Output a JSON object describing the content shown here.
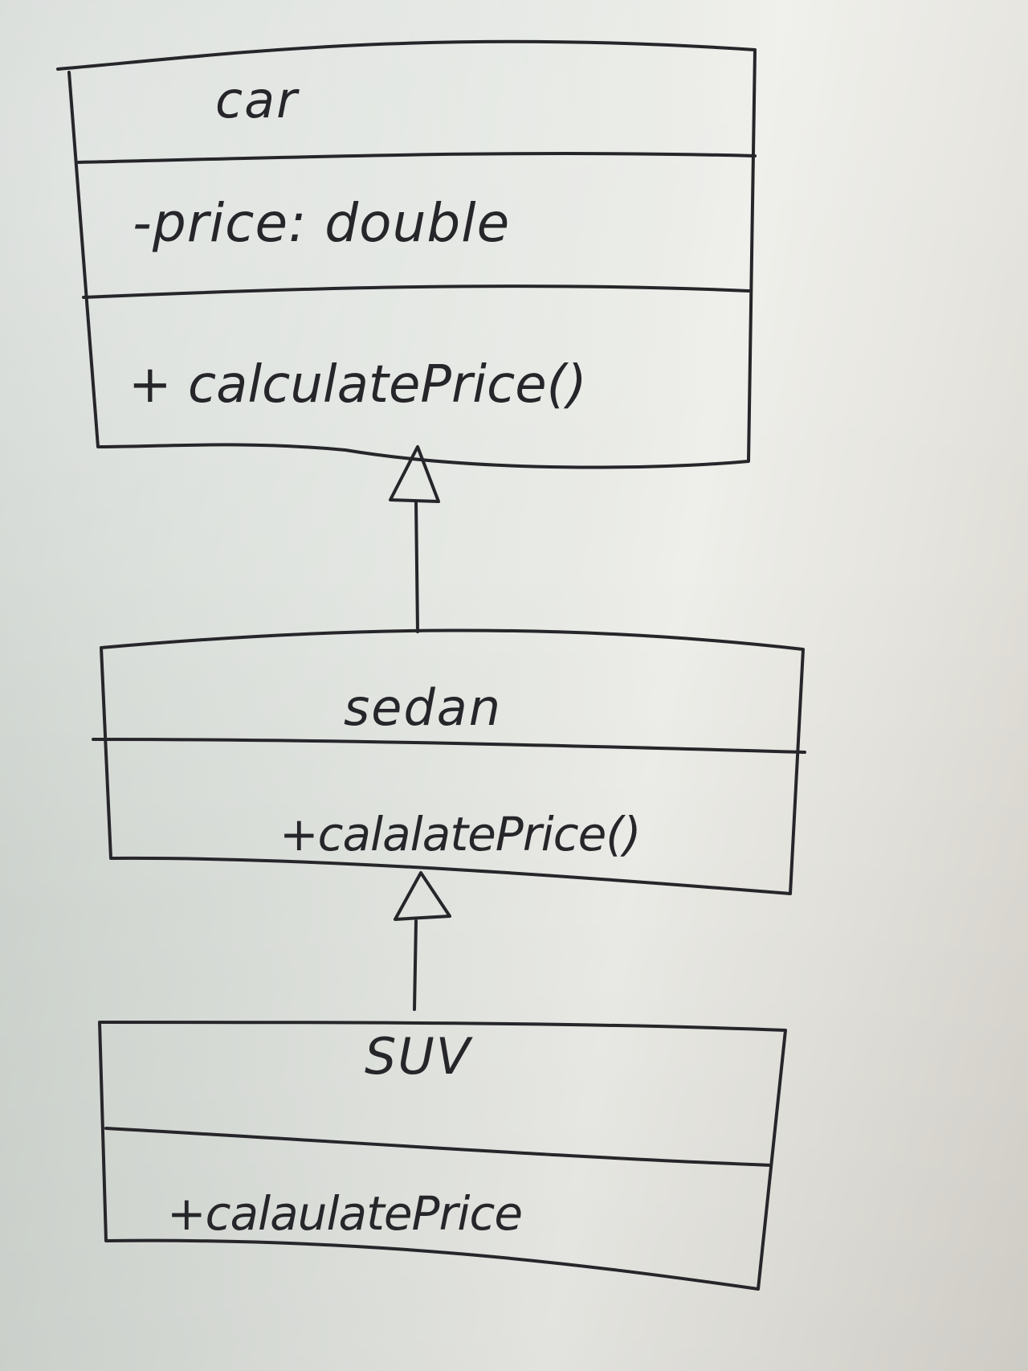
{
  "classes": [
    {
      "name": "car",
      "attributes": [
        "-price: double"
      ],
      "operations": [
        "+ calculatePrice()"
      ]
    },
    {
      "name": "sedan",
      "attributes": [],
      "operations": [
        "+calalatePrice()"
      ]
    },
    {
      "name": "SUV",
      "attributes": [],
      "operations": [
        "+calaulatePrice"
      ]
    }
  ],
  "relations": [
    {
      "type": "generalization",
      "from": "sedan",
      "to": "car"
    },
    {
      "type": "generalization",
      "from": "SUV",
      "to": "sedan"
    }
  ],
  "colors": {
    "ink": "#26262a",
    "paper": "#e4e7e2"
  }
}
